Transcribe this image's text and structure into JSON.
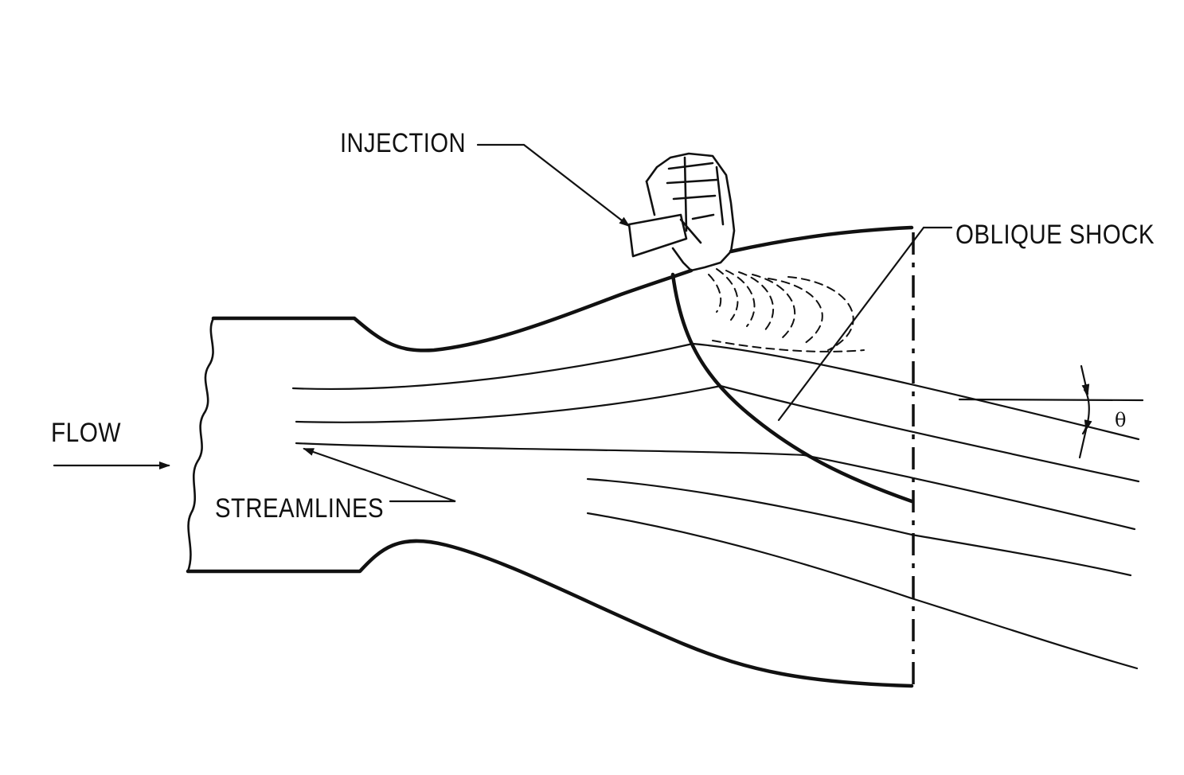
{
  "labels": {
    "injection": "INJECTION",
    "oblique_shock": "OBLIQUE  SHOCK",
    "flow": "FLOW",
    "streamlines": "STREAMLINES",
    "theta": "θ"
  },
  "colors": {
    "ink": "#111111",
    "background": "#ffffff"
  }
}
